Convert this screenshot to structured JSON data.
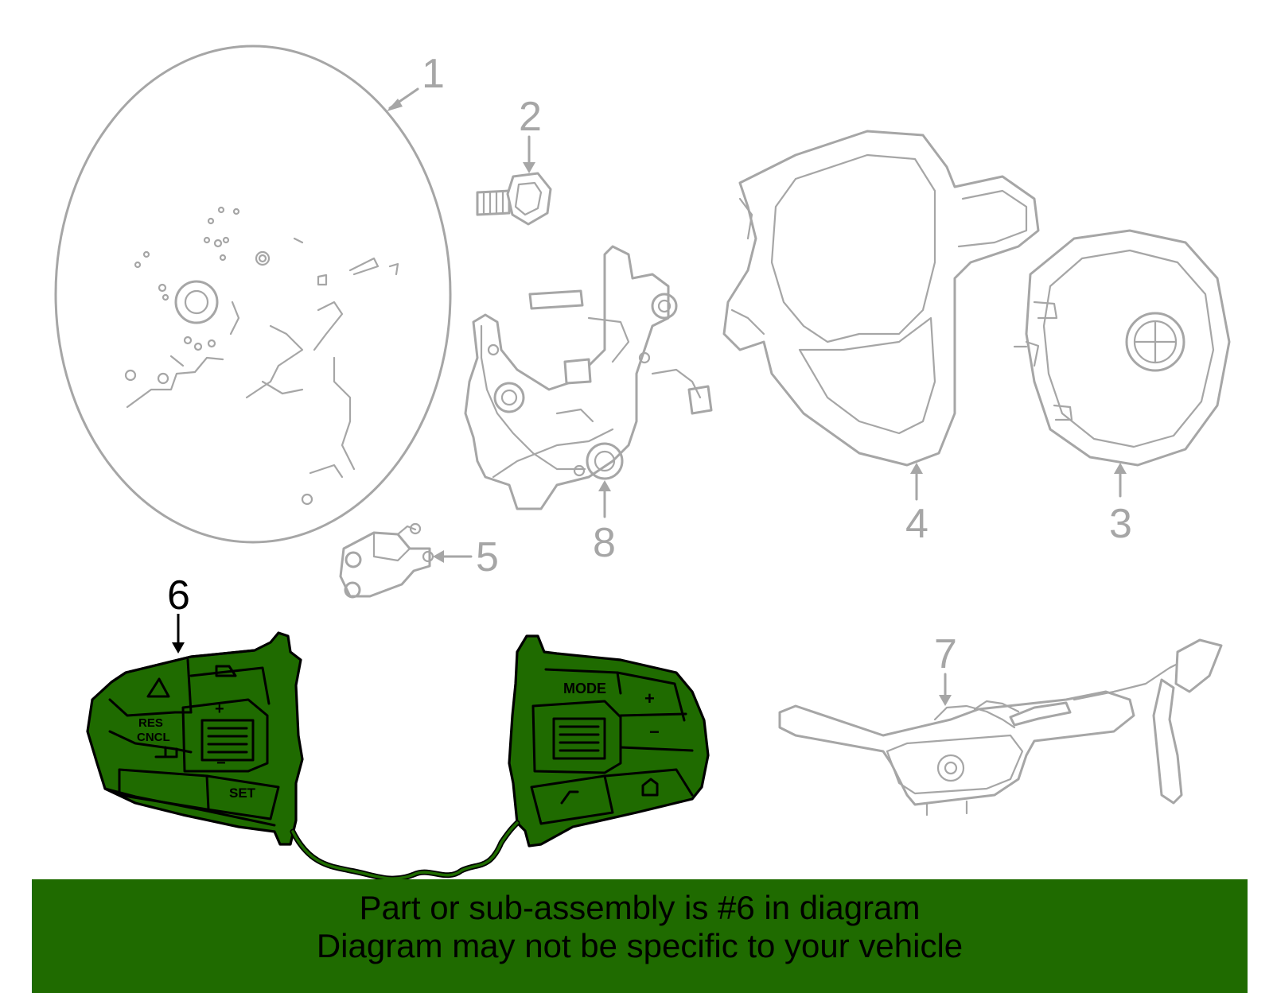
{
  "callouts": {
    "c1": "1",
    "c2": "2",
    "c3": "3",
    "c4": "4",
    "c5": "5",
    "c6": "6",
    "c7": "7",
    "c8": "8"
  },
  "buttons": {
    "res_cncl_1": "RES",
    "res_cncl_2": "CNCL",
    "set": "SET",
    "mode": "MODE",
    "plus_left": "+",
    "minus_left": "−",
    "plus_right": "+",
    "minus_right": "−"
  },
  "banner": {
    "line1": "Part or sub-assembly is #6 in diagram",
    "line2": "Diagram may not be specific to your vehicle"
  },
  "colors": {
    "highlight": "#1f6b00",
    "part_outline": "#a6a6a6"
  },
  "icons": [
    "steering-wheel-icon",
    "bolt-icon",
    "airbag-module-icon",
    "trim-cover-icon",
    "connector-icon",
    "switch-module-icon",
    "harness-icon",
    "clock-spring-icon"
  ]
}
